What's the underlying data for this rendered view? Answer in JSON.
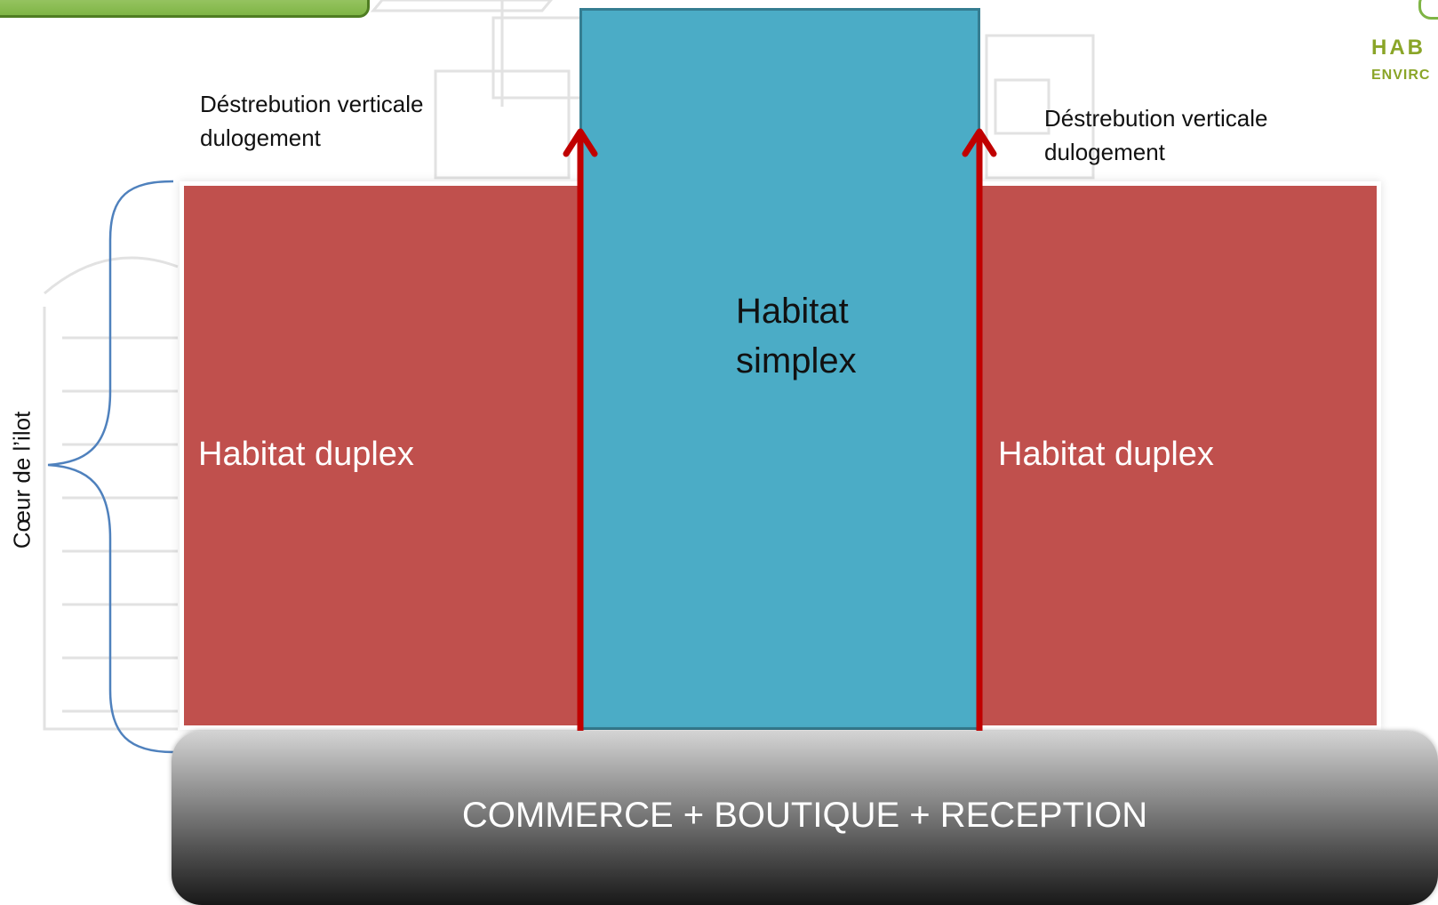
{
  "diagram": {
    "distribution_left": [
      "Déstrebution verticale",
      "dulogement"
    ],
    "distribution_right": [
      "Déstrebution verticale",
      "dulogement"
    ],
    "duplex_left_label": "Habitat duplex",
    "duplex_right_label": "Habitat duplex",
    "simplex_label": [
      "Habitat",
      "simplex"
    ],
    "base_label": "COMMERCE  + BOUTIQUE + RECEPTION",
    "side_label": "Cœur de l’ilot"
  },
  "logo": {
    "line1": "HAB",
    "line2": "ENVIRC"
  },
  "colors": {
    "duplex": "#c0504d",
    "simplex": "#4bacc6",
    "arrow": "#c00000",
    "brace": "#4f81bd",
    "logo": "#8aa528"
  },
  "icons": [
    "arrow-up-icon",
    "curly-brace-icon"
  ]
}
